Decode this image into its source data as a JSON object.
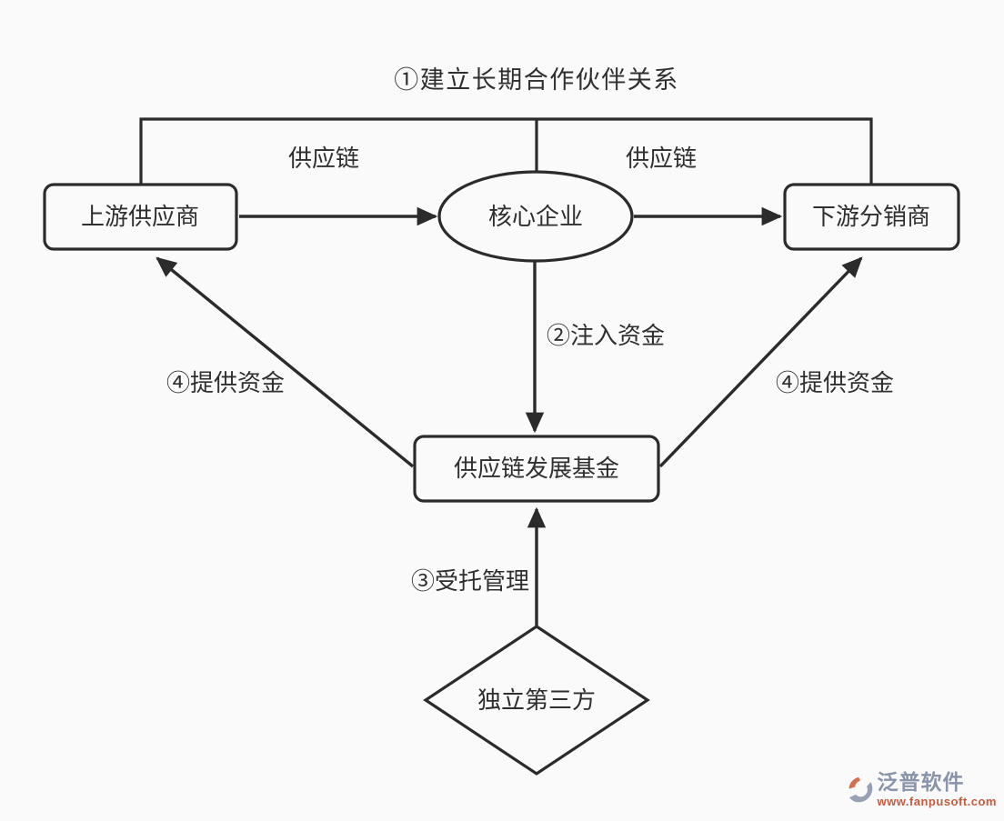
{
  "diagram": {
    "title": "①建立长期合作伙伴关系",
    "nodes": {
      "upstream": "上游供应商",
      "core": "核心企业",
      "downstream": "下游分销商",
      "fund": "供应链发展基金",
      "third_party": "独立第三方"
    },
    "edge_labels": {
      "supply_chain": "供应链",
      "inject_funds": "②注入资金",
      "provide_funds": "④提供资金",
      "entrusted_management": "③受托管理"
    },
    "edges": [
      {
        "from": "上游供应商",
        "to": "核心企业",
        "label": "供应链"
      },
      {
        "from": "核心企业",
        "to": "下游分销商",
        "label": "供应链"
      },
      {
        "from": "核心企业",
        "to": "供应链发展基金",
        "label": "②注入资金"
      },
      {
        "from": "供应链发展基金",
        "to": "上游供应商",
        "label": "④提供资金"
      },
      {
        "from": "供应链发展基金",
        "to": "下游分销商",
        "label": "④提供资金"
      },
      {
        "from": "独立第三方",
        "to": "供应链发展基金",
        "label": "③受托管理"
      },
      {
        "from": "上游供应商",
        "to": "下游分销商",
        "label": "①建立长期合作伙伴关系"
      }
    ],
    "colors": {
      "line": "#2b2b2b",
      "text": "#2f2f2f",
      "background": "#fafafa"
    }
  },
  "watermark": {
    "brand": "泛普软件",
    "url": "www.fanpusoft.com",
    "colors": {
      "brand": "#8794aa",
      "url": "#c75b3f",
      "logo_orange": "#d4714e",
      "logo_gray": "#97a1b3"
    }
  }
}
